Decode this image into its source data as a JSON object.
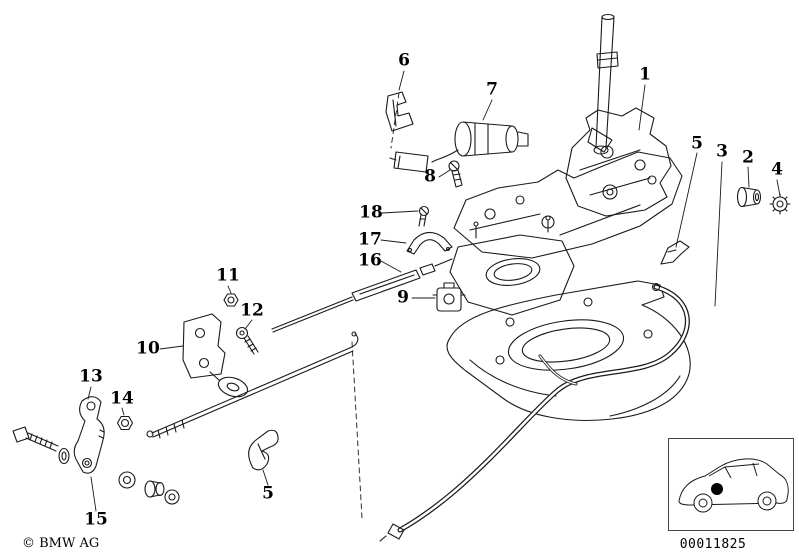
{
  "page": {
    "background": "#ffffff",
    "line_color": "#1a1a1a"
  },
  "footer": {
    "copyright": "© BMW AG",
    "diagram_number": "00011825"
  },
  "labels": [
    {
      "text": "1"
    },
    {
      "text": "2"
    },
    {
      "text": "3"
    },
    {
      "text": "4"
    },
    {
      "text": "5"
    },
    {
      "text": "5"
    },
    {
      "text": "6"
    },
    {
      "text": "7"
    },
    {
      "text": "8"
    },
    {
      "text": "9"
    },
    {
      "text": "10"
    },
    {
      "text": "11"
    },
    {
      "text": "12"
    },
    {
      "text": "13"
    },
    {
      "text": "14"
    },
    {
      "text": "15"
    },
    {
      "text": "16"
    },
    {
      "text": "17"
    },
    {
      "text": "18"
    }
  ],
  "thumbnail": {
    "description": "vehicle-location-thumbnail"
  }
}
